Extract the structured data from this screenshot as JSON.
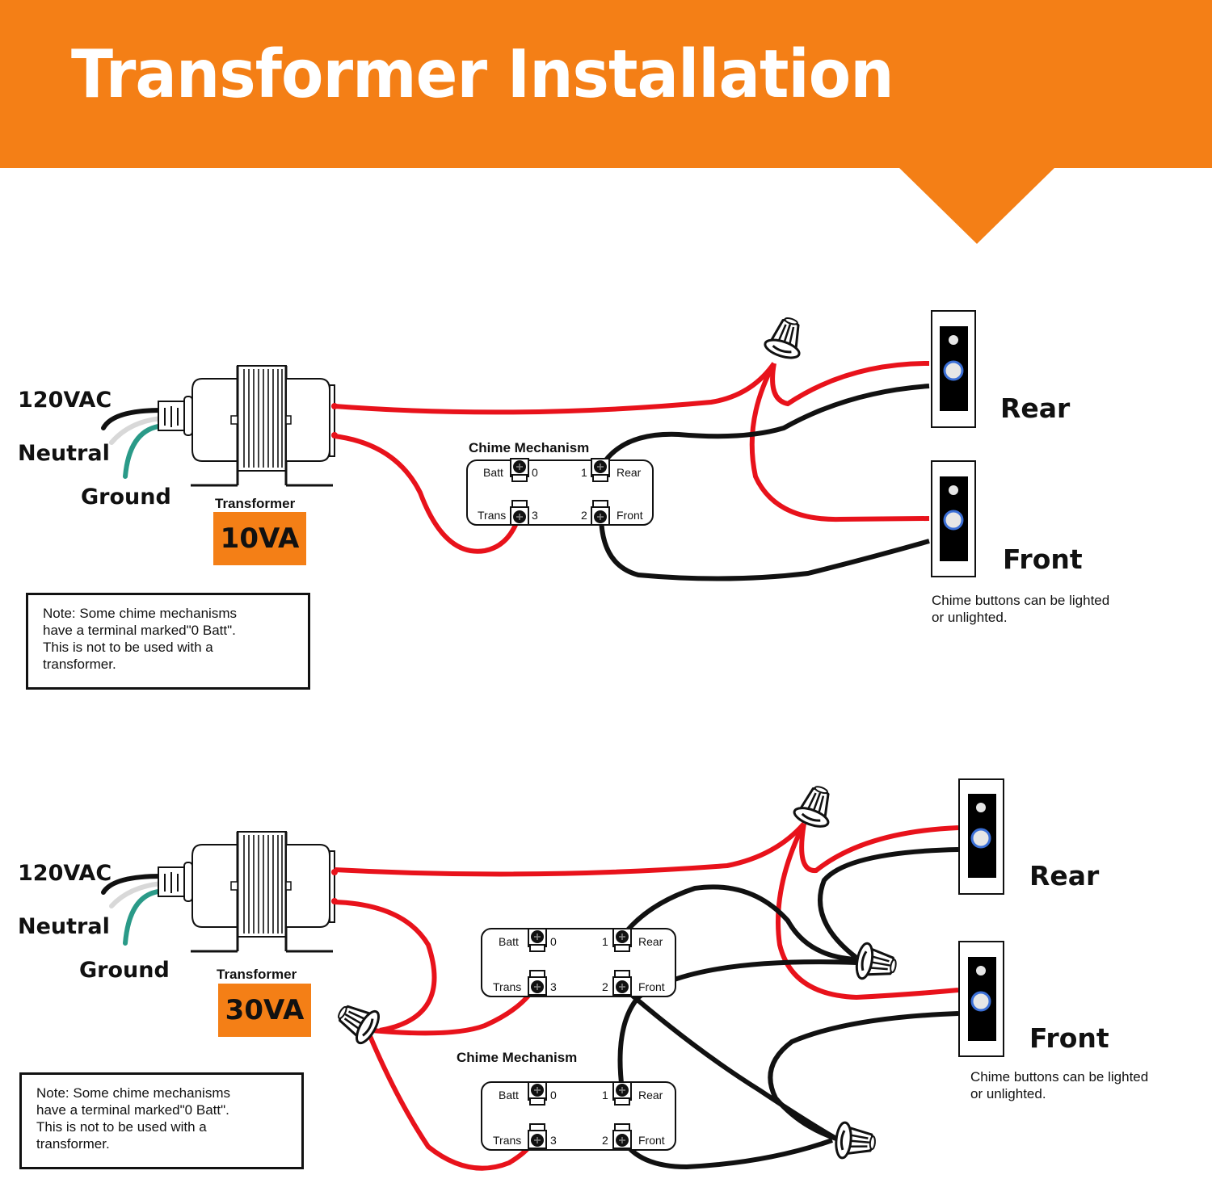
{
  "header": {
    "title": "Transformer Installation",
    "accent_color": "#f47f16"
  },
  "colors": {
    "hot_wire": "#e8121b",
    "low_voltage_black": "#111111",
    "neutral_wire": "#d8d8d8",
    "ground_wire": "#2a9a88",
    "button_ring": "#3b6fd6"
  },
  "diagrams": [
    {
      "id": "single-chime-10va",
      "supply_labels": {
        "hot": "120VAC",
        "neutral": "Neutral",
        "ground": "Ground"
      },
      "transformer_label": "Transformer",
      "transformer_rating": "10VA",
      "chime_title": "Chime Mechanism",
      "chimes": [
        {
          "terminals": [
            {
              "name": "Batt",
              "number": "0"
            },
            {
              "name": "Rear",
              "number": "1"
            },
            {
              "name": "Trans",
              "number": "3"
            },
            {
              "name": "Front",
              "number": "2"
            }
          ]
        }
      ],
      "buttons": [
        {
          "label": "Rear"
        },
        {
          "label": "Front"
        }
      ],
      "button_caption": [
        "Chime buttons can be lighted",
        "or unlighted."
      ],
      "note": [
        "Note: Some chime mechanisms",
        "have a terminal marked\"0 Batt\".",
        "This is not to be used with a",
        "transformer."
      ]
    },
    {
      "id": "dual-chime-30va",
      "supply_labels": {
        "hot": "120VAC",
        "neutral": "Neutral",
        "ground": "Ground"
      },
      "transformer_label": "Transformer",
      "transformer_rating": "30VA",
      "chime_title": "Chime Mechanism",
      "chimes": [
        {
          "terminals": [
            {
              "name": "Batt",
              "number": "0"
            },
            {
              "name": "Rear",
              "number": "1"
            },
            {
              "name": "Trans",
              "number": "3"
            },
            {
              "name": "Front",
              "number": "2"
            }
          ]
        },
        {
          "terminals": [
            {
              "name": "Batt",
              "number": "0"
            },
            {
              "name": "Rear",
              "number": "1"
            },
            {
              "name": "Trans",
              "number": "3"
            },
            {
              "name": "Front",
              "number": "2"
            }
          ]
        }
      ],
      "buttons": [
        {
          "label": "Rear"
        },
        {
          "label": "Front"
        }
      ],
      "button_caption": [
        "Chime buttons can be lighted",
        "or unlighted."
      ],
      "note": [
        "Note: Some chime mechanisms",
        "have a terminal marked\"0 Batt\".",
        "This is not to be used with a",
        "transformer."
      ]
    }
  ]
}
